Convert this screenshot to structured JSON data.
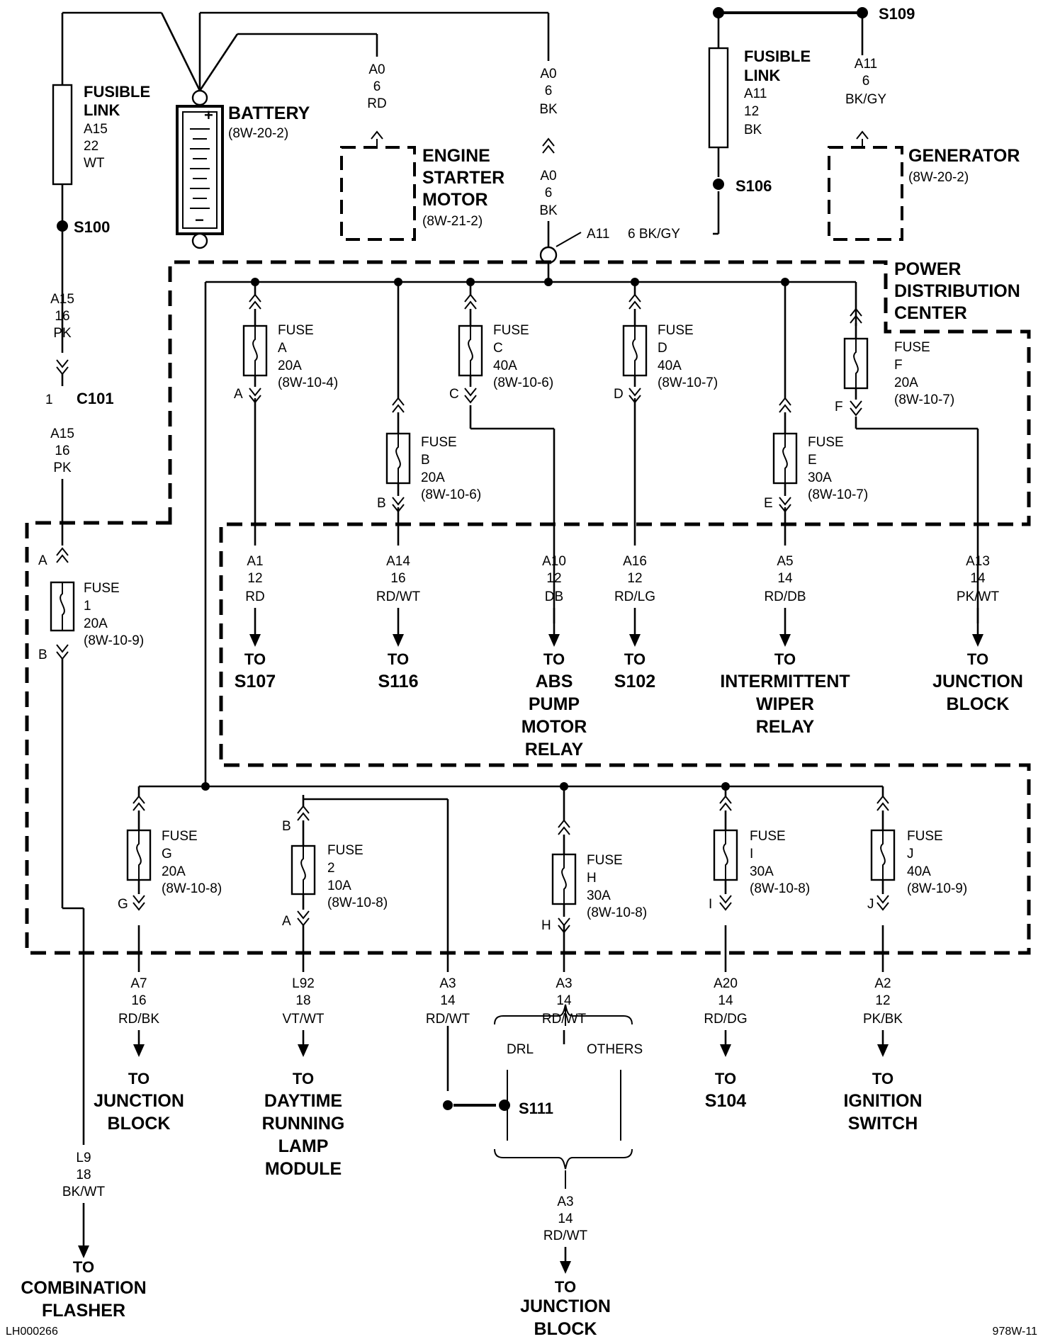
{
  "battery": {
    "title": "BATTERY",
    "ref": "(8W-20-2)",
    "plus": "+",
    "minus": "−"
  },
  "starter": {
    "line1": "ENGINE",
    "line2": "STARTER",
    "line3": "MOTOR",
    "ref": "(8W-21-2)"
  },
  "generator": {
    "title": "GENERATOR",
    "ref": "(8W-20-2)"
  },
  "pdc": {
    "line1": "POWER",
    "line2": "DISTRIBUTION",
    "line3": "CENTER"
  },
  "link_left": {
    "l1": "FUSIBLE",
    "l2": "LINK",
    "c": "A15",
    "g": "22",
    "col": "WT"
  },
  "link_right": {
    "l1": "FUSIBLE",
    "l2": "LINK",
    "c": "A11",
    "g": "12",
    "col": "BK"
  },
  "splices": {
    "s100": "S100",
    "s106": "S106",
    "s109": "S109",
    "s111": "S111"
  },
  "connector": {
    "name": "C101",
    "pin": "1"
  },
  "wires": {
    "a0_rd": [
      "A0",
      "6",
      "RD"
    ],
    "a0_bk_top": [
      "A0",
      "6",
      "BK"
    ],
    "a0_bk_bot": [
      "A0",
      "6",
      "BK"
    ],
    "a11_gen": [
      "A11",
      "6",
      "BK/GY"
    ],
    "a11_inline": "A11",
    "a11_inline2": "6 BK/GY",
    "a15_pk_1": [
      "A15",
      "16",
      "PK"
    ],
    "a15_pk_2": [
      "A15",
      "16",
      "PK"
    ],
    "l9": [
      "L9",
      "18",
      "BK/WT"
    ],
    "a3_bottom": [
      "A3",
      "14",
      "RD/WT"
    ]
  },
  "fuse_label": "FUSE",
  "fuses": [
    {
      "id": "A",
      "amp": "20A",
      "ref": "(8W-10-4)",
      "pin": "A"
    },
    {
      "id": "B",
      "amp": "20A",
      "ref": "(8W-10-6)",
      "pin": "B"
    },
    {
      "id": "C",
      "amp": "40A",
      "ref": "(8W-10-6)",
      "pin": "C"
    },
    {
      "id": "D",
      "amp": "40A",
      "ref": "(8W-10-7)",
      "pin": "D"
    },
    {
      "id": "E",
      "amp": "30A",
      "ref": "(8W-10-7)",
      "pin": "E"
    },
    {
      "id": "F",
      "amp": "20A",
      "ref": "(8W-10-7)",
      "pin": "F"
    },
    {
      "id": "1",
      "amp": "20A",
      "ref": "(8W-10-9)",
      "pin_top": "A",
      "pin_bot": "B"
    },
    {
      "id": "G",
      "amp": "20A",
      "ref": "(8W-10-8)",
      "pin": "G"
    },
    {
      "id": "2",
      "amp": "10A",
      "ref": "(8W-10-8)",
      "pin_top": "B",
      "pin_bot": "A"
    },
    {
      "id": "H",
      "amp": "30A",
      "ref": "(8W-10-8)",
      "pin": "H"
    },
    {
      "id": "I",
      "amp": "30A",
      "ref": "(8W-10-8)",
      "pin": "I"
    },
    {
      "id": "J",
      "amp": "40A",
      "ref": "(8W-10-9)",
      "pin": "J"
    }
  ],
  "upper_outputs": [
    {
      "circuit": "A1",
      "gauge": "12",
      "color": "RD",
      "to": "TO",
      "dest": [
        "S107"
      ]
    },
    {
      "circuit": "A14",
      "gauge": "16",
      "color": "RD/WT",
      "to": "TO",
      "dest": [
        "S116"
      ]
    },
    {
      "circuit": "A10",
      "gauge": "12",
      "color": "DB",
      "to": "TO",
      "dest": [
        "ABS",
        "PUMP",
        "MOTOR",
        "RELAY"
      ]
    },
    {
      "circuit": "A16",
      "gauge": "12",
      "color": "RD/LG",
      "to": "TO",
      "dest": [
        "S102"
      ]
    },
    {
      "circuit": "A5",
      "gauge": "14",
      "color": "RD/DB",
      "to": "TO",
      "dest": [
        "INTERMITTENT",
        "WIPER",
        "RELAY"
      ]
    },
    {
      "circuit": "A13",
      "gauge": "14",
      "color": "PK/WT",
      "to": "TO",
      "dest": [
        "JUNCTION",
        "BLOCK"
      ]
    }
  ],
  "lower_outputs": [
    {
      "circuit": "A7",
      "gauge": "16",
      "color": "RD/BK",
      "to": "TO",
      "dest": [
        "JUNCTION",
        "BLOCK"
      ]
    },
    {
      "circuit": "L92",
      "gauge": "18",
      "color": "VT/WT",
      "to": "TO",
      "dest": [
        "DAYTIME",
        "RUNNING",
        "LAMP",
        "MODULE"
      ]
    },
    {
      "circuit": "A3",
      "gauge": "14",
      "color": "RD/WT"
    },
    {
      "circuit": "A3",
      "gauge": "14",
      "color": "RD/WT"
    },
    {
      "circuit": "A20",
      "gauge": "14",
      "color": "RD/DG",
      "to": "TO",
      "dest": [
        "S104"
      ]
    },
    {
      "circuit": "A2",
      "gauge": "12",
      "color": "PK/BK",
      "to": "TO",
      "dest": [
        "IGNITION",
        "SWITCH"
      ]
    }
  ],
  "bottom_dest": {
    "flasher": {
      "to": "TO",
      "dest": [
        "COMBINATION",
        "FLASHER"
      ]
    },
    "junction": {
      "to": "TO",
      "dest": [
        "JUNCTION",
        "BLOCK"
      ]
    }
  },
  "brace": {
    "drl": "DRL",
    "others": "OTHERS"
  },
  "footer": {
    "left": "LH000266",
    "right": "978W-11"
  }
}
